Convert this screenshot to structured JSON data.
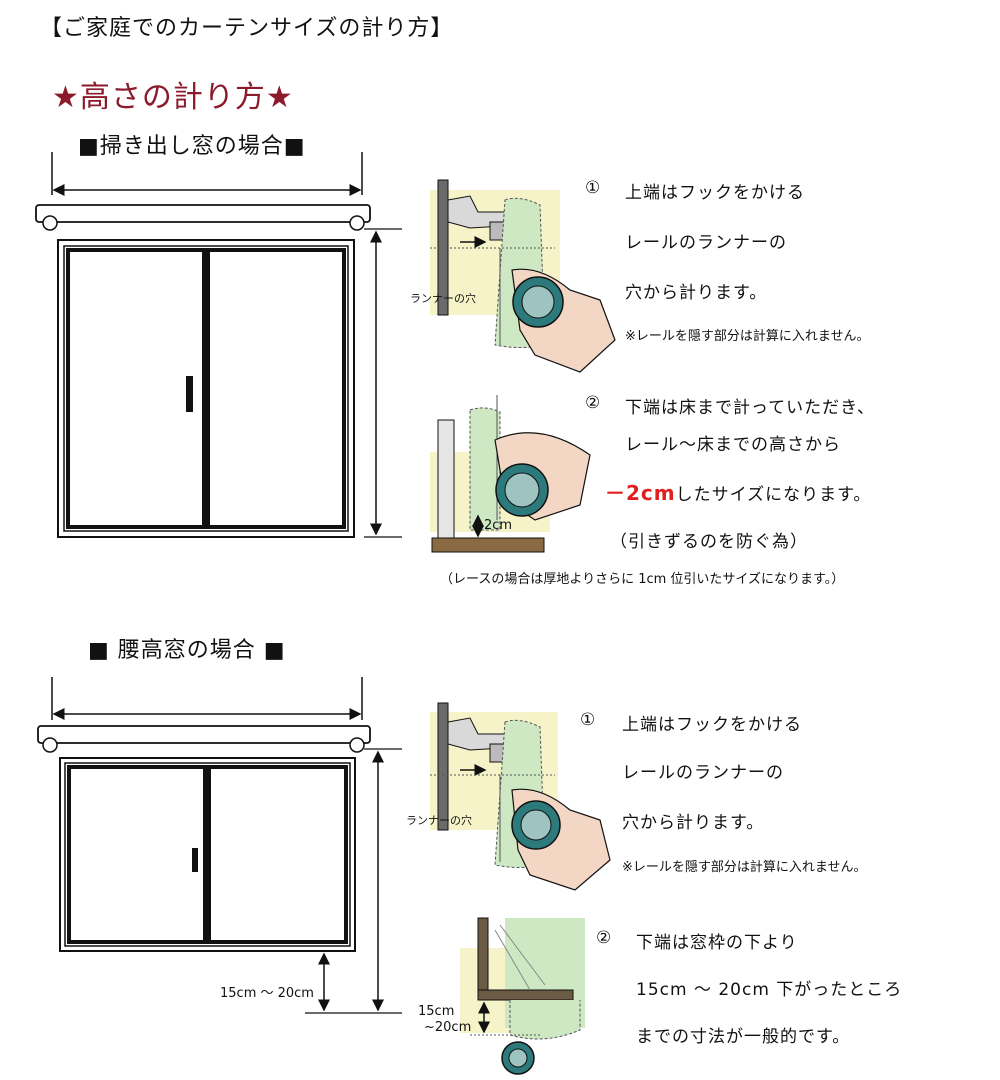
{
  "page_title": "【ご家庭でのカーテンサイズの計り方】",
  "section_title": "★高さの計り方★",
  "section1": {
    "title": "■掃き出し窓の場合■",
    "runner_label": "ランナーの穴",
    "gap_label": "2cm",
    "step1": {
      "number": "①",
      "lines": [
        "上端はフックをかける",
        "レールのランナーの",
        "穴から計ります。"
      ],
      "note": "※レールを隠す部分は計算に入れません。"
    },
    "step2": {
      "number": "②",
      "lines": [
        "下端は床まで計っていただき、",
        "レール～床までの高さから"
      ],
      "minus": "－2cm",
      "minus_rest": "したサイズになります。",
      "reason": "（引きずるのを防ぐ為）",
      "note": "（レースの場合は厚地よりさらに 1cm 位引いたサイズになります。）"
    }
  },
  "section2": {
    "title": "■ 腰高窓の場合 ■",
    "runner_label": "ランナーの穴",
    "side_label": "15cm ～ 20cm",
    "illus_label_top": "15cm",
    "illus_label_bottom": "~20cm",
    "step1": {
      "number": "①",
      "lines": [
        "上端はフックをかける",
        "レールのランナーの",
        "穴から計ります。"
      ],
      "note": "※レールを隠す部分は計算に入れません。"
    },
    "step2": {
      "number": "②",
      "lines": [
        "下端は窓枠の下より",
        "15cm ～ 20cm 下がったところ",
        "までの寸法が一般的です。"
      ]
    }
  },
  "colors": {
    "accent_title": "#8b1a2b",
    "red": "#e02020",
    "illus_yellow": "#f6f3c8",
    "illus_green": "#cfe8c4",
    "tape_teal": "#2c7a7b",
    "skin": "#f3d6c4"
  }
}
